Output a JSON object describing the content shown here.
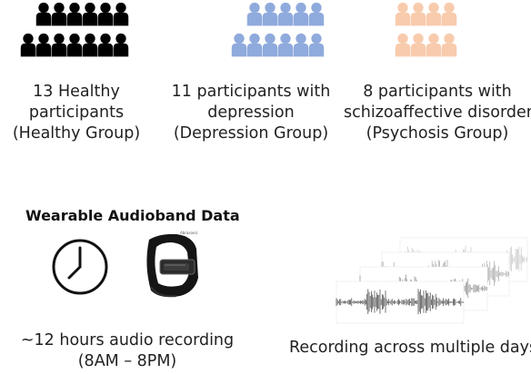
{
  "groups": [
    {
      "count": 13,
      "color": "#000000",
      "caption": [
        "13 Healthy",
        "participants",
        "(Healthy Group)"
      ]
    },
    {
      "count": 11,
      "color": "#8faadc",
      "caption": [
        "11 participants with",
        "depression",
        "(Depression Group)"
      ]
    },
    {
      "count": 8,
      "color": "#f8cbad",
      "caption": [
        "8 participants with",
        "schizoaffective disorder",
        "(Psychosis Group)"
      ]
    }
  ],
  "audioband": {
    "heading": "Wearable Audioband Data",
    "recording_caption": [
      "~12 hours audio recording",
      "(8AM – 8PM)"
    ],
    "device_brand": "Abrasonic"
  },
  "multiday": {
    "caption": "Recording across multiple days"
  },
  "icons": {
    "clock": "clock-icon",
    "wristband": "wristband-device-image",
    "person": "person-icon",
    "waveform": "audio-waveform-image"
  }
}
